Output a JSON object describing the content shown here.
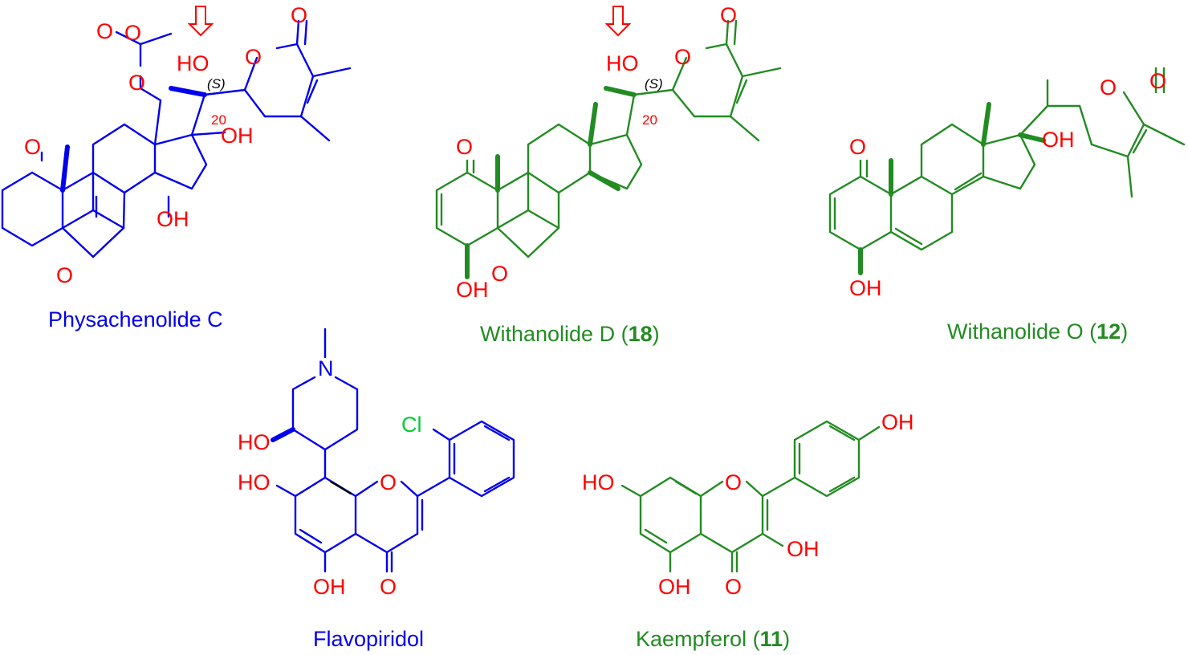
{
  "colors": {
    "physachenolide": "#0000ee",
    "withanolide": "#228b22",
    "flavopiridol": "#0000ee",
    "kaempferol": "#228b22",
    "heteroatom": "#ff0000",
    "chlorine": "#00cc33",
    "bond_black": "#000000"
  },
  "atoms": {
    "O": "O",
    "OH": "OH",
    "HO": "HO",
    "N": "N",
    "Cl": "Cl",
    "S": "(S)",
    "C20": "20"
  },
  "compounds": [
    {
      "key": "physachenolide",
      "name": "Physachenolide C",
      "number": "",
      "arrow": true
    },
    {
      "key": "withanolide_d",
      "name": "Withanolide D",
      "number": "18",
      "arrow": true
    },
    {
      "key": "withanolide_o",
      "name": "Withanolide O",
      "number": "12",
      "arrow": false
    },
    {
      "key": "flavopiridol",
      "name": "Flavopiridol",
      "number": "",
      "arrow": false
    },
    {
      "key": "kaempferol",
      "name": "Kaempferol",
      "number": "11",
      "arrow": false
    }
  ],
  "captions": {
    "physachenolide": "Physachenolide C",
    "withanolide_d_name": "Withanolide D (",
    "withanolide_d_num": "18",
    "withanolide_o_name": "Withanolide O (",
    "withanolide_o_num": "12",
    "flavopiridol": "Flavopiridol",
    "kaempferol_name": "Kaempferol (",
    "kaempferol_num": "11",
    "close": ")"
  }
}
